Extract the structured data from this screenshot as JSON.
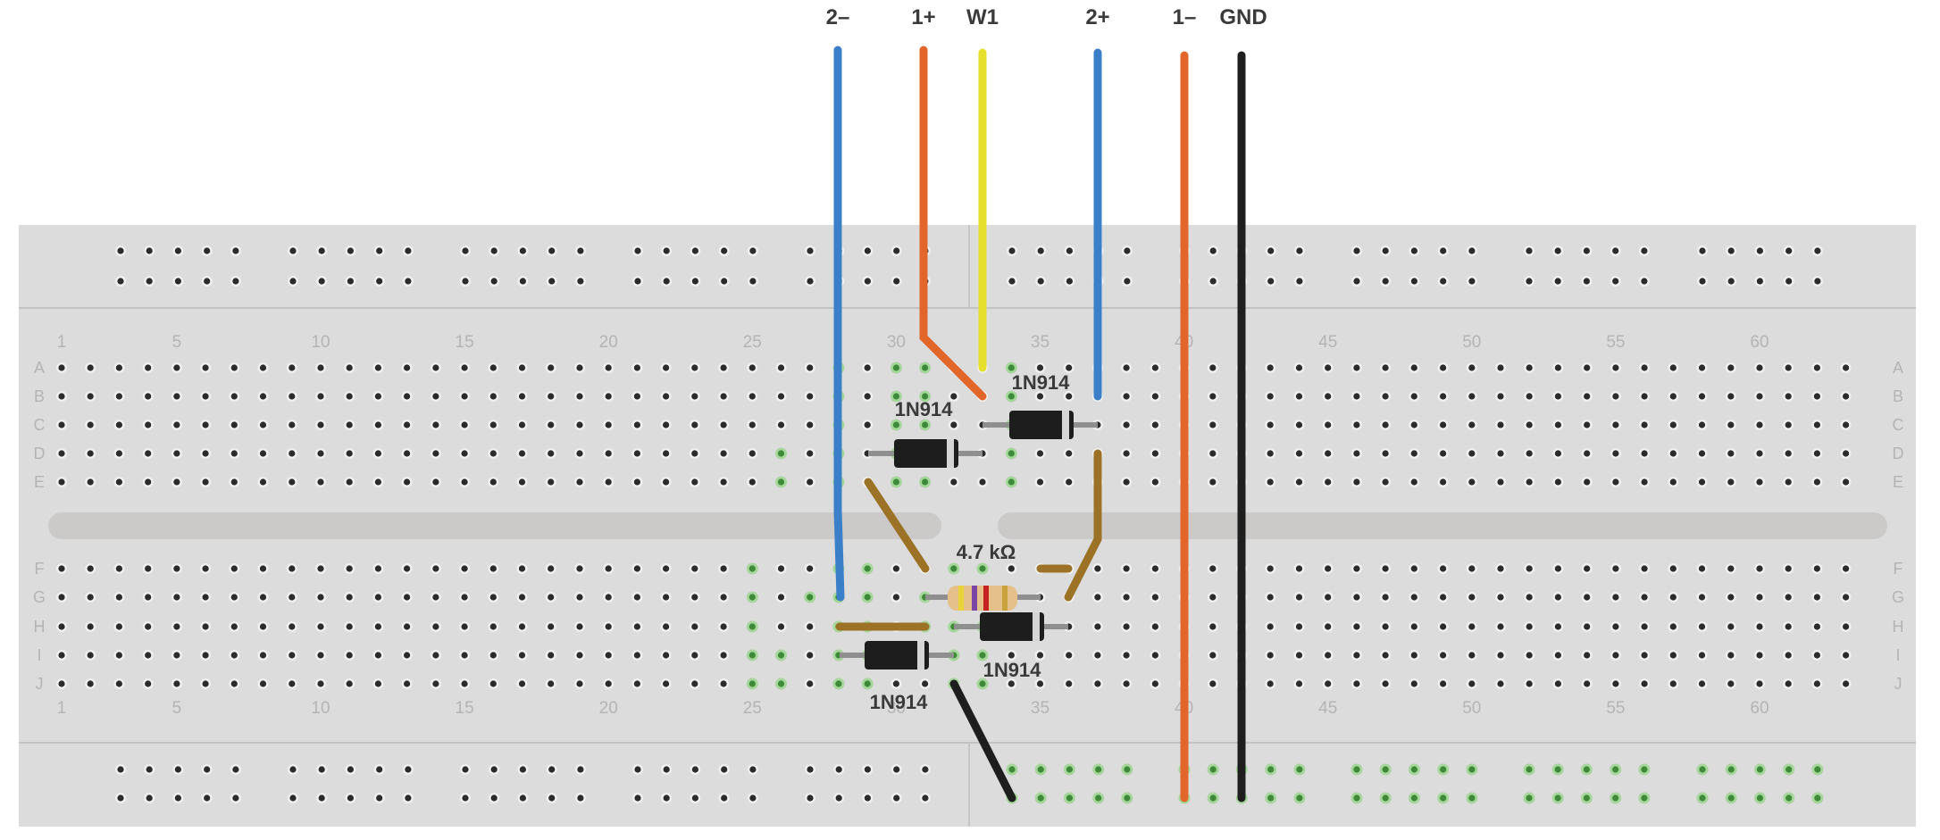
{
  "top_labels": [
    "2–",
    "1+",
    "W1",
    "2+",
    "1–",
    "GND"
  ],
  "row_labels": [
    "A",
    "B",
    "C",
    "D",
    "E",
    "F",
    "G",
    "H",
    "I",
    "J"
  ],
  "column_numbers": [
    "1",
    "5",
    "10",
    "15",
    "20",
    "25",
    "30",
    "35",
    "40",
    "45",
    "50",
    "55",
    "60"
  ],
  "components": {
    "diode_1": "1N914",
    "diode_2": "1N914",
    "diode_3": "1N914",
    "diode_4": "1N914",
    "resistor": "4.7 kΩ"
  },
  "colors": {
    "board": "#dcdcdc",
    "wire_blue": "#3a7fc8",
    "wire_orange": "#e2662a",
    "wire_yellow": "#e6df2c",
    "wire_black": "#1e1e1e",
    "wire_brown": "#9c7326",
    "connected_hole": "#3e8a38"
  }
}
